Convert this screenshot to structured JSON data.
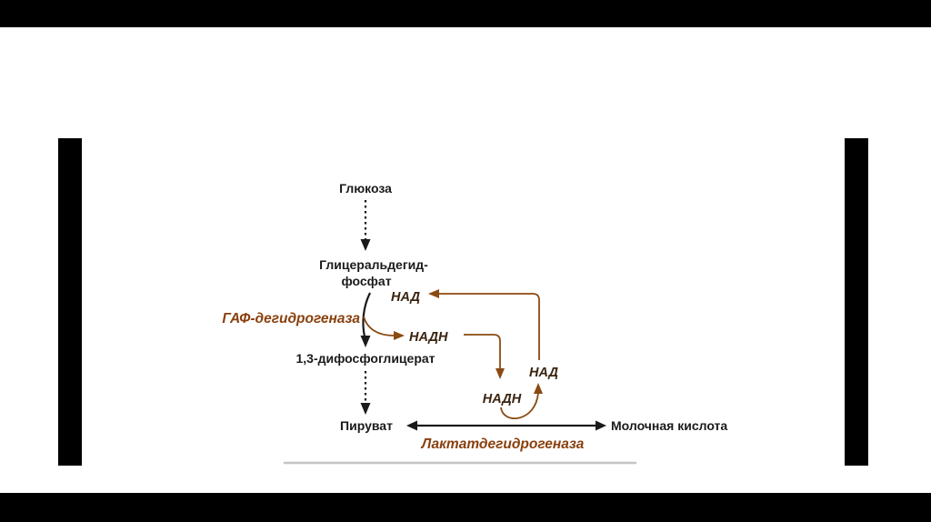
{
  "slide": {
    "background": "#ffffff",
    "bar_color": "#000000",
    "colors": {
      "metabolite_text": "#1a1a1a",
      "enzyme_text": "#8a400e",
      "cofactor_text": "#3a2410",
      "arrow_black": "#1a1a1a",
      "arrow_brown": "#8a4a12",
      "divider_gray": "#c4c4c4"
    }
  },
  "diagram": {
    "nodes": {
      "glucose": "Глюкоза",
      "glyceraldehyde_line1": "Глицеральдегид-",
      "glyceraldehyde_line2": "фосфат",
      "bisphosphoglycerate": "1,3-дифосфоглицерат",
      "pyruvate": "Пируват",
      "lactic_acid": "Молочная кислота"
    },
    "enzymes": {
      "gapdh": "ГАФ-дегидрогеназа",
      "ldh": "Лактатдегидрогеназа"
    },
    "cofactors": {
      "nad_top": "НАД",
      "nadh_top": "НАДН",
      "nadh_bottom": "НАДН",
      "nad_bottom": "НАД"
    }
  }
}
